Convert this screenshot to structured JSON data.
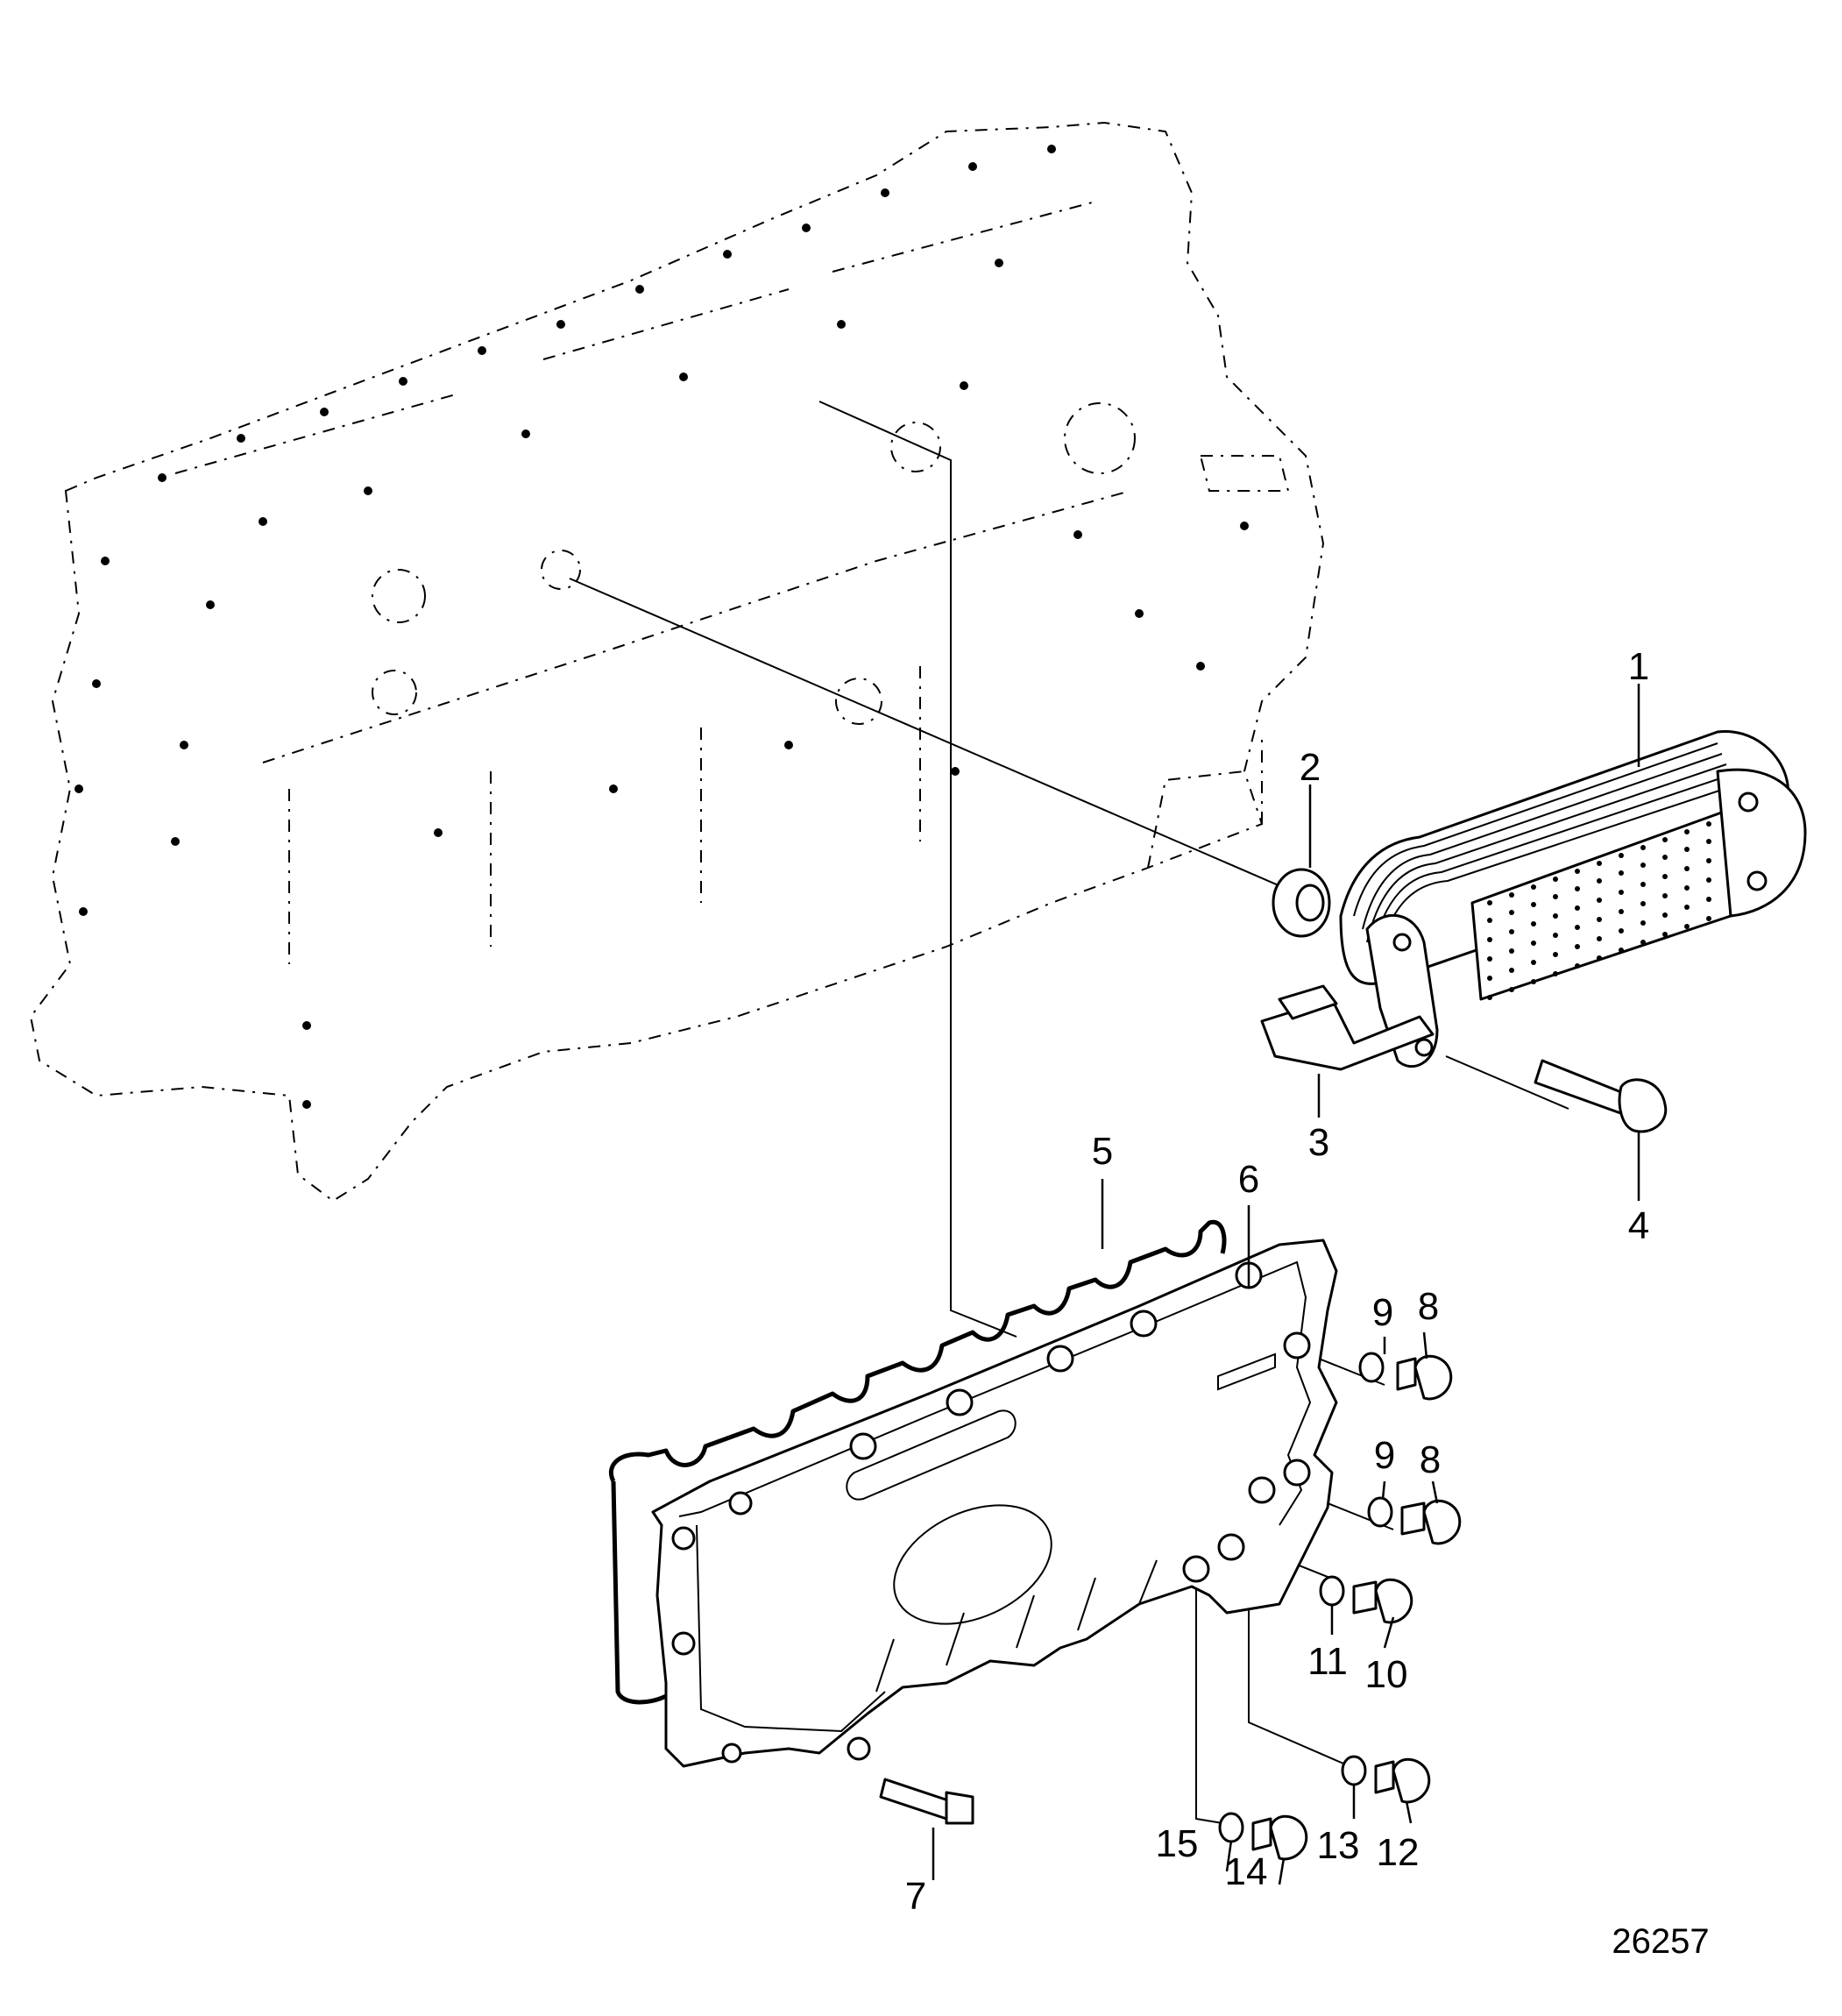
{
  "callouts": [
    "1",
    "2",
    "3",
    "4",
    "5",
    "6",
    "7",
    "8",
    "9",
    "10",
    "11",
    "12",
    "13",
    "14",
    "15",
    "9",
    "8"
  ],
  "figure_number": "26257"
}
